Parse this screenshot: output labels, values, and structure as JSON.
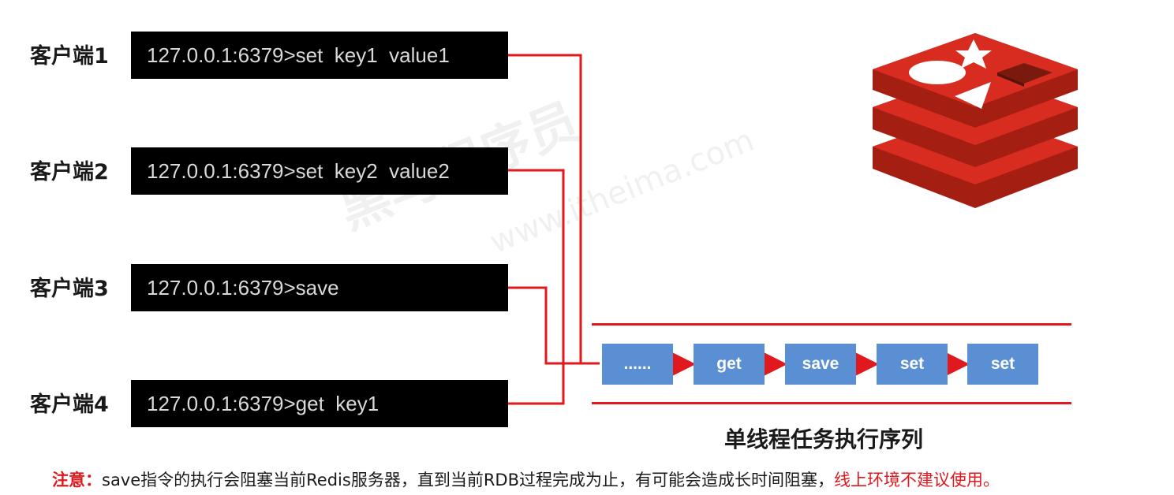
{
  "clients": [
    {
      "label": "客户端1",
      "command": "127.0.0.1:6379>set  key1  value1"
    },
    {
      "label": "客户端2",
      "command": "127.0.0.1:6379>set  key2  value2"
    },
    {
      "label": "客户端3",
      "command": "127.0.0.1:6379>save"
    },
    {
      "label": "客户端4",
      "command": "127.0.0.1:6379>get  key1"
    }
  ],
  "queue": [
    "......",
    "get",
    "save",
    "set",
    "set"
  ],
  "caption": "单线程任务执行序列",
  "note": {
    "lead": "注意：",
    "body": "save指令的执行会阻塞当前Redis服务器，直到当前RDB过程完成为止，有可能会造成长时间阻塞，",
    "warning": "线上环境不建议使用。"
  },
  "colors": {
    "wire": "#e0191e",
    "queue_box": "#5b8fd3",
    "terminal_bg": "#000000",
    "logo": "#d82c20"
  },
  "icons": {
    "logo": "redis-logo-icon"
  }
}
